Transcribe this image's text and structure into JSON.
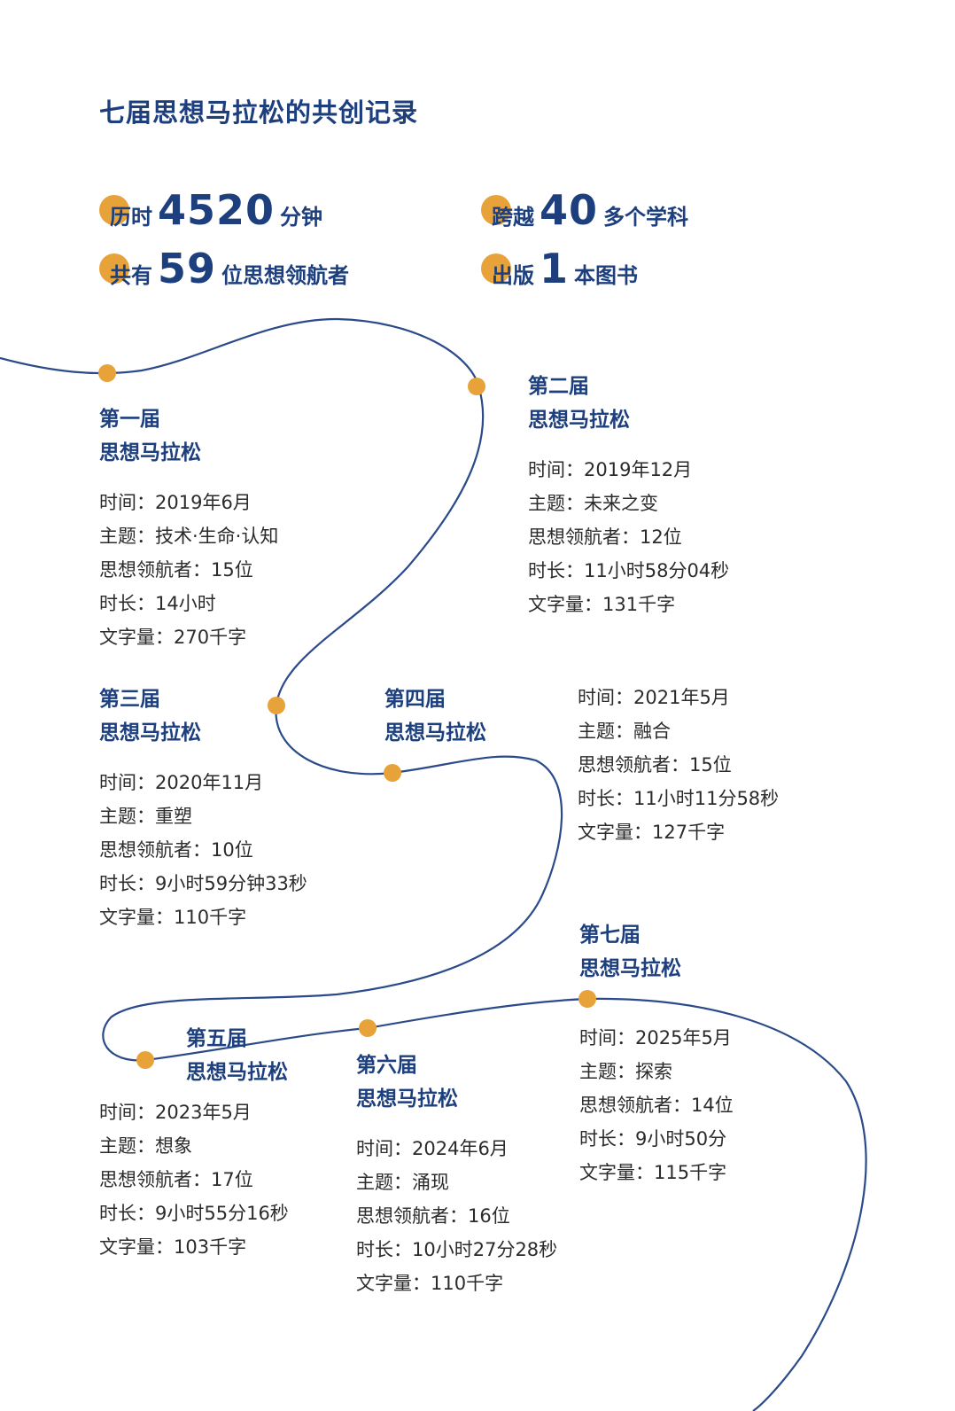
{
  "title": "七届思想马拉松的共创记录",
  "stats": [
    {
      "pre": "历时",
      "num": "4520",
      "post": "分钟"
    },
    {
      "pre": "跨越",
      "num": "40",
      "post": "多个学科"
    },
    {
      "pre": "共有",
      "num": "59",
      "post": "位思想领航者"
    },
    {
      "pre": "出版",
      "num": "1",
      "post": "本图书"
    }
  ],
  "colors": {
    "accent": "#e7a23a",
    "brand": "#1d3f7e",
    "line": "#2a4a8a"
  },
  "editions": [
    {
      "h1": "第一届",
      "h2": "思想马拉松",
      "lines": [
        "时间：2019年6月",
        "主题：技术·生命·认知",
        "思想领航者：15位",
        "时长：14小时",
        "文字量：270千字"
      ]
    },
    {
      "h1": "第二届",
      "h2": "思想马拉松",
      "lines": [
        "时间：2019年12月",
        "主题：未来之变",
        "思想领航者：12位",
        "时长：11小时58分04秒",
        "文字量：131千字"
      ]
    },
    {
      "h1": "第三届",
      "h2": "思想马拉松",
      "lines": [
        "时间：2020年11月",
        "主题：重塑",
        "思想领航者：10位",
        "时长：9小时59分钟33秒",
        "文字量：110千字"
      ]
    },
    {
      "h1": "第四届",
      "h2": "思想马拉松",
      "lines": [
        "时间：2021年5月",
        "主题：融合",
        "思想领航者：15位",
        "时长：11小时11分58秒",
        "文字量：127千字"
      ]
    },
    {
      "h1": "第五届",
      "h2": "思想马拉松",
      "lines": [
        "时间：2023年5月",
        "主题：想象",
        "思想领航者：17位",
        "时长：9小时55分16秒",
        "文字量：103千字"
      ]
    },
    {
      "h1": "第六届",
      "h2": "思想马拉松",
      "lines": [
        "时间：2024年6月",
        "主题：涌现",
        "思想领航者：16位",
        "时长：10小时27分28秒",
        "文字量：110千字"
      ]
    },
    {
      "h1": "第七届",
      "h2": "思想马拉松",
      "lines": [
        "时间：2025年5月",
        "主题：探索",
        "思想领航者：14位",
        "时长：9小时50分",
        "文字量：115千字"
      ]
    }
  ]
}
